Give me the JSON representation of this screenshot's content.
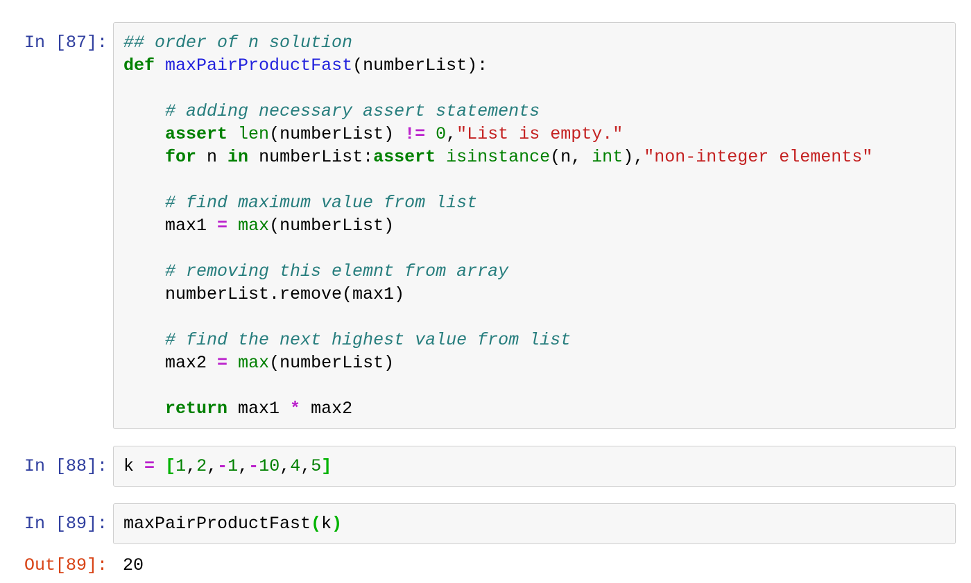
{
  "colors": {
    "cell_bg": "#F7F7F7",
    "cell_border": "#CFCFCF",
    "in_prompt": "#303F9F",
    "out_prompt": "#D84315",
    "plain": "#000000",
    "keyword": "#008000",
    "builtin": "#008000",
    "defname": "#2222DD",
    "operator": "#BB22CC",
    "string": "#C42222",
    "number": "#008000",
    "comment": "#267D7D",
    "bracket": "#00B300"
  },
  "cells": [
    {
      "id": "in-87",
      "prompt": "In [87]:",
      "lines": [
        [
          [
            "comment",
            "## order of n solution"
          ]
        ],
        [
          [
            "keyword",
            "def"
          ],
          [
            "plain",
            " "
          ],
          [
            "defname",
            "maxPairProductFast"
          ],
          [
            "plain",
            "(numberList):"
          ]
        ],
        [],
        [
          [
            "plain",
            "    "
          ],
          [
            "comment",
            "# adding necessary assert statements"
          ]
        ],
        [
          [
            "plain",
            "    "
          ],
          [
            "keyword",
            "assert"
          ],
          [
            "plain",
            " "
          ],
          [
            "builtin",
            "len"
          ],
          [
            "plain",
            "(numberList) "
          ],
          [
            "operator",
            "!="
          ],
          [
            "plain",
            " "
          ],
          [
            "number",
            "0"
          ],
          [
            "plain",
            ","
          ],
          [
            "string",
            "\"List is empty.\""
          ]
        ],
        [
          [
            "plain",
            "    "
          ],
          [
            "keyword",
            "for"
          ],
          [
            "plain",
            " n "
          ],
          [
            "keyword",
            "in"
          ],
          [
            "plain",
            " numberList:"
          ],
          [
            "keyword",
            "assert"
          ],
          [
            "plain",
            " "
          ],
          [
            "builtin",
            "isinstance"
          ],
          [
            "plain",
            "(n, "
          ],
          [
            "builtin",
            "int"
          ],
          [
            "plain",
            "),"
          ],
          [
            "string",
            "\"non-integer elements\""
          ]
        ],
        [],
        [
          [
            "plain",
            "    "
          ],
          [
            "comment",
            "# find maximum value from list"
          ]
        ],
        [
          [
            "plain",
            "    max1 "
          ],
          [
            "operator",
            "="
          ],
          [
            "plain",
            " "
          ],
          [
            "builtin",
            "max"
          ],
          [
            "plain",
            "(numberList)"
          ]
        ],
        [],
        [
          [
            "plain",
            "    "
          ],
          [
            "comment",
            "# removing this elemnt from array"
          ]
        ],
        [
          [
            "plain",
            "    numberList.remove(max1)"
          ]
        ],
        [],
        [
          [
            "plain",
            "    "
          ],
          [
            "comment",
            "# find the next highest value from list"
          ]
        ],
        [
          [
            "plain",
            "    max2 "
          ],
          [
            "operator",
            "="
          ],
          [
            "plain",
            " "
          ],
          [
            "builtin",
            "max"
          ],
          [
            "plain",
            "(numberList)"
          ]
        ],
        [],
        [
          [
            "plain",
            "    "
          ],
          [
            "keyword",
            "return"
          ],
          [
            "plain",
            " max1 "
          ],
          [
            "operator",
            "*"
          ],
          [
            "plain",
            " max2"
          ]
        ]
      ]
    },
    {
      "id": "in-88",
      "prompt": "In [88]:",
      "lines": [
        [
          [
            "plain",
            "k "
          ],
          [
            "operator",
            "="
          ],
          [
            "plain",
            " "
          ],
          [
            "bracket",
            "["
          ],
          [
            "number",
            "1"
          ],
          [
            "plain",
            ","
          ],
          [
            "number",
            "2"
          ],
          [
            "plain",
            ","
          ],
          [
            "operator",
            "-"
          ],
          [
            "number",
            "1"
          ],
          [
            "plain",
            ","
          ],
          [
            "operator",
            "-"
          ],
          [
            "number",
            "10"
          ],
          [
            "plain",
            ","
          ],
          [
            "number",
            "4"
          ],
          [
            "plain",
            ","
          ],
          [
            "number",
            "5"
          ],
          [
            "bracket",
            "]"
          ]
        ]
      ]
    },
    {
      "id": "in-89",
      "prompt": "In [89]:",
      "lines": [
        [
          [
            "plain",
            "maxPairProductFast"
          ],
          [
            "bracket",
            "("
          ],
          [
            "plain",
            "k"
          ],
          [
            "bracket",
            ")"
          ]
        ]
      ]
    }
  ],
  "output": {
    "prompt": "Out[89]:",
    "value": "20"
  }
}
